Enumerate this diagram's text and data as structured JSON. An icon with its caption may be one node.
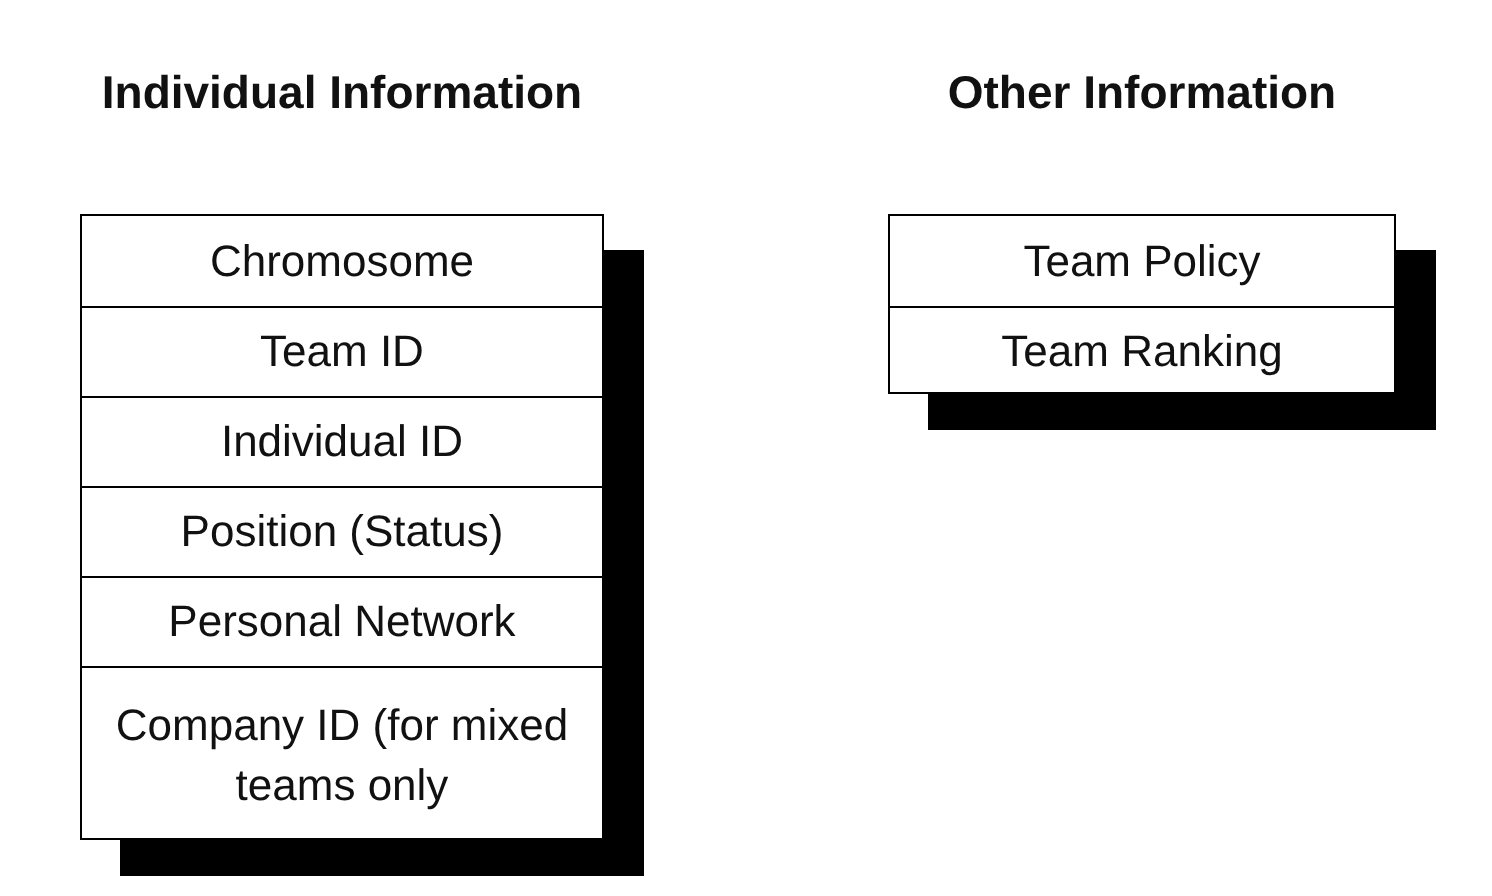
{
  "diagram": {
    "nodes": [
      {
        "text": [
          "Individual Information"
        ]
      },
      {
        "text": [
          "Chromosome"
        ],
        "in": 0
      },
      {
        "text": [
          "Team ID"
        ],
        "in": 0
      },
      {
        "text": [
          "Individual ID"
        ],
        "in": 0
      },
      {
        "text": [
          "Position (Status)"
        ],
        "in": 0
      },
      {
        "text": [
          "Personal Network"
        ],
        "in": 0
      },
      {
        "text": [
          "Company ID (for mixed teams only"
        ],
        "in": 0
      },
      {
        "text": [
          "Other Information"
        ]
      },
      {
        "text": [
          "Team Policy"
        ],
        "in": 7
      },
      {
        "text": [
          "Team Ranking"
        ],
        "in": 7
      }
    ]
  }
}
